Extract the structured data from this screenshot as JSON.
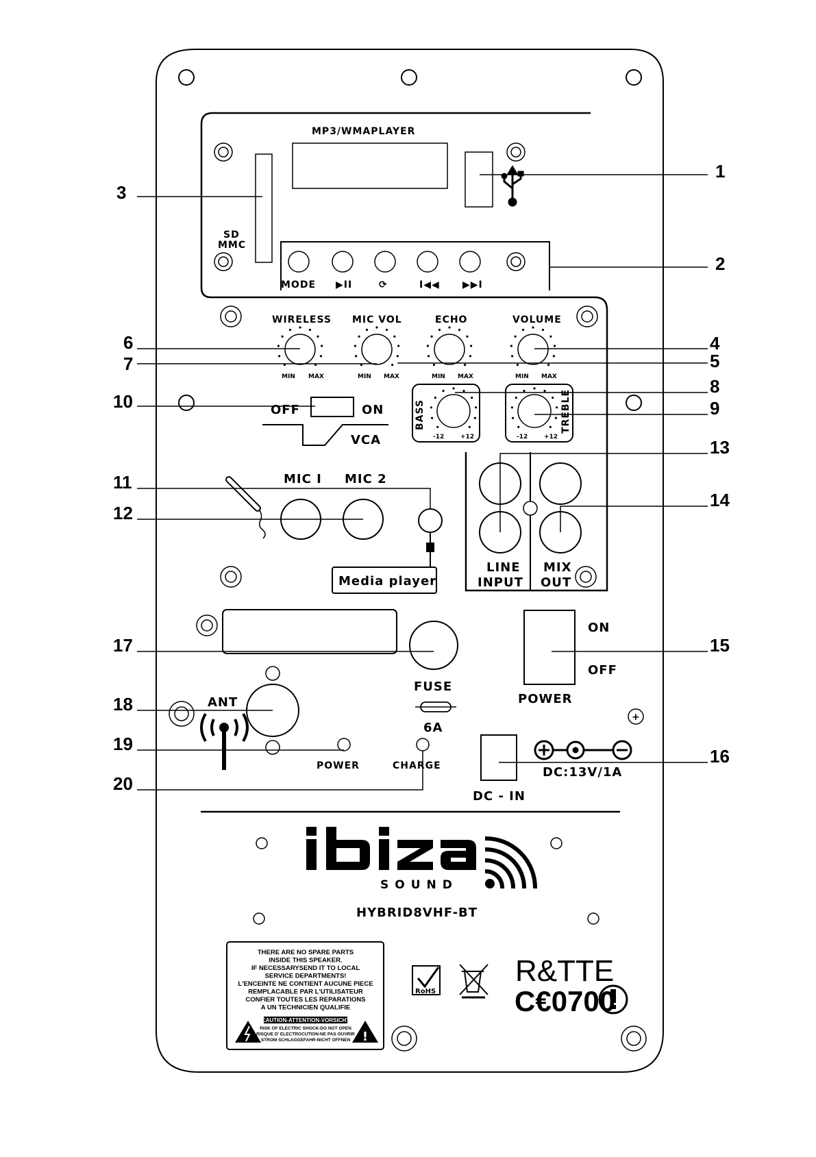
{
  "player": {
    "title": "MP3/WMAPLAYER",
    "sd_label_1": "SD",
    "sd_label_2": "MMC",
    "buttons": [
      "MODE",
      "▶II",
      "⟳",
      "I◀◀",
      "▶▶I"
    ]
  },
  "knobs": {
    "wireless": "WIRELESS",
    "mic_vol": "MIC VOL",
    "echo": "ECHO",
    "volume": "VOLUME",
    "min": "MIN",
    "max": "MAX",
    "bass": "BASS",
    "treble": "TREBLE",
    "minus12": "-12",
    "plus12": "+12"
  },
  "vca": {
    "off": "OFF",
    "on": "ON",
    "label": "VCA"
  },
  "mic": {
    "mic1": "MIC I",
    "mic2": "MIC 2",
    "media_player": "Media player"
  },
  "line": {
    "line": "LINE",
    "input": "INPUT",
    "mix": "MIX",
    "out": "OUT"
  },
  "power_switch": {
    "on": "ON",
    "off": "OFF",
    "label": "POWER"
  },
  "fuse": {
    "label": "FUSE",
    "rating": "6A"
  },
  "ant": {
    "label": "ANT"
  },
  "leds": {
    "power": "POWER",
    "charge": "CHARGE"
  },
  "dc": {
    "spec": "DC:13V/1A",
    "label": "DC - IN"
  },
  "brand": {
    "model": "HYBRID8VHF-BT"
  },
  "warning": {
    "lines": [
      "THERE ARE NO SPARE PARTS",
      "INSIDE THIS SPEAKER.",
      "IF NECESSARYSEND IT TO LOCAL",
      "SERVICE DEPARTMENTS!",
      "L'ENCEINTE NE CONTIENT AUCUNE PIECE",
      "REMPLACABLE PAR L'UTILISATEUR",
      "CONFIER TOUTES LES REPARATIONS",
      "A UN TECHNICIEN QUALIFIE"
    ],
    "caution": "CAUTION-ATTENTION-VORSICHT",
    "caution_lines": [
      "RISK OF ELECTRIC SHOCK-DO NOT OPEN",
      "RISQUE D' ELECTROCUTION-NE PAS OUVRIR",
      "STROM SCHLAGGEFAHR-NICHT OFFNEN"
    ]
  },
  "certs": {
    "rohs": "RoHS",
    "rtte": "R&TTE",
    "ce": "C€0700"
  },
  "callouts": [
    "1",
    "2",
    "3",
    "4",
    "5",
    "6",
    "7",
    "8",
    "9",
    "10",
    "11",
    "12",
    "13",
    "14",
    "15",
    "16",
    "17",
    "18",
    "19",
    "20"
  ],
  "icons": [
    "usb-icon",
    "microphone-icon",
    "antenna-icon",
    "warning-triangle-icon",
    "weee-bin-icon",
    "rohs-check-icon",
    "alert-circle-icon"
  ]
}
